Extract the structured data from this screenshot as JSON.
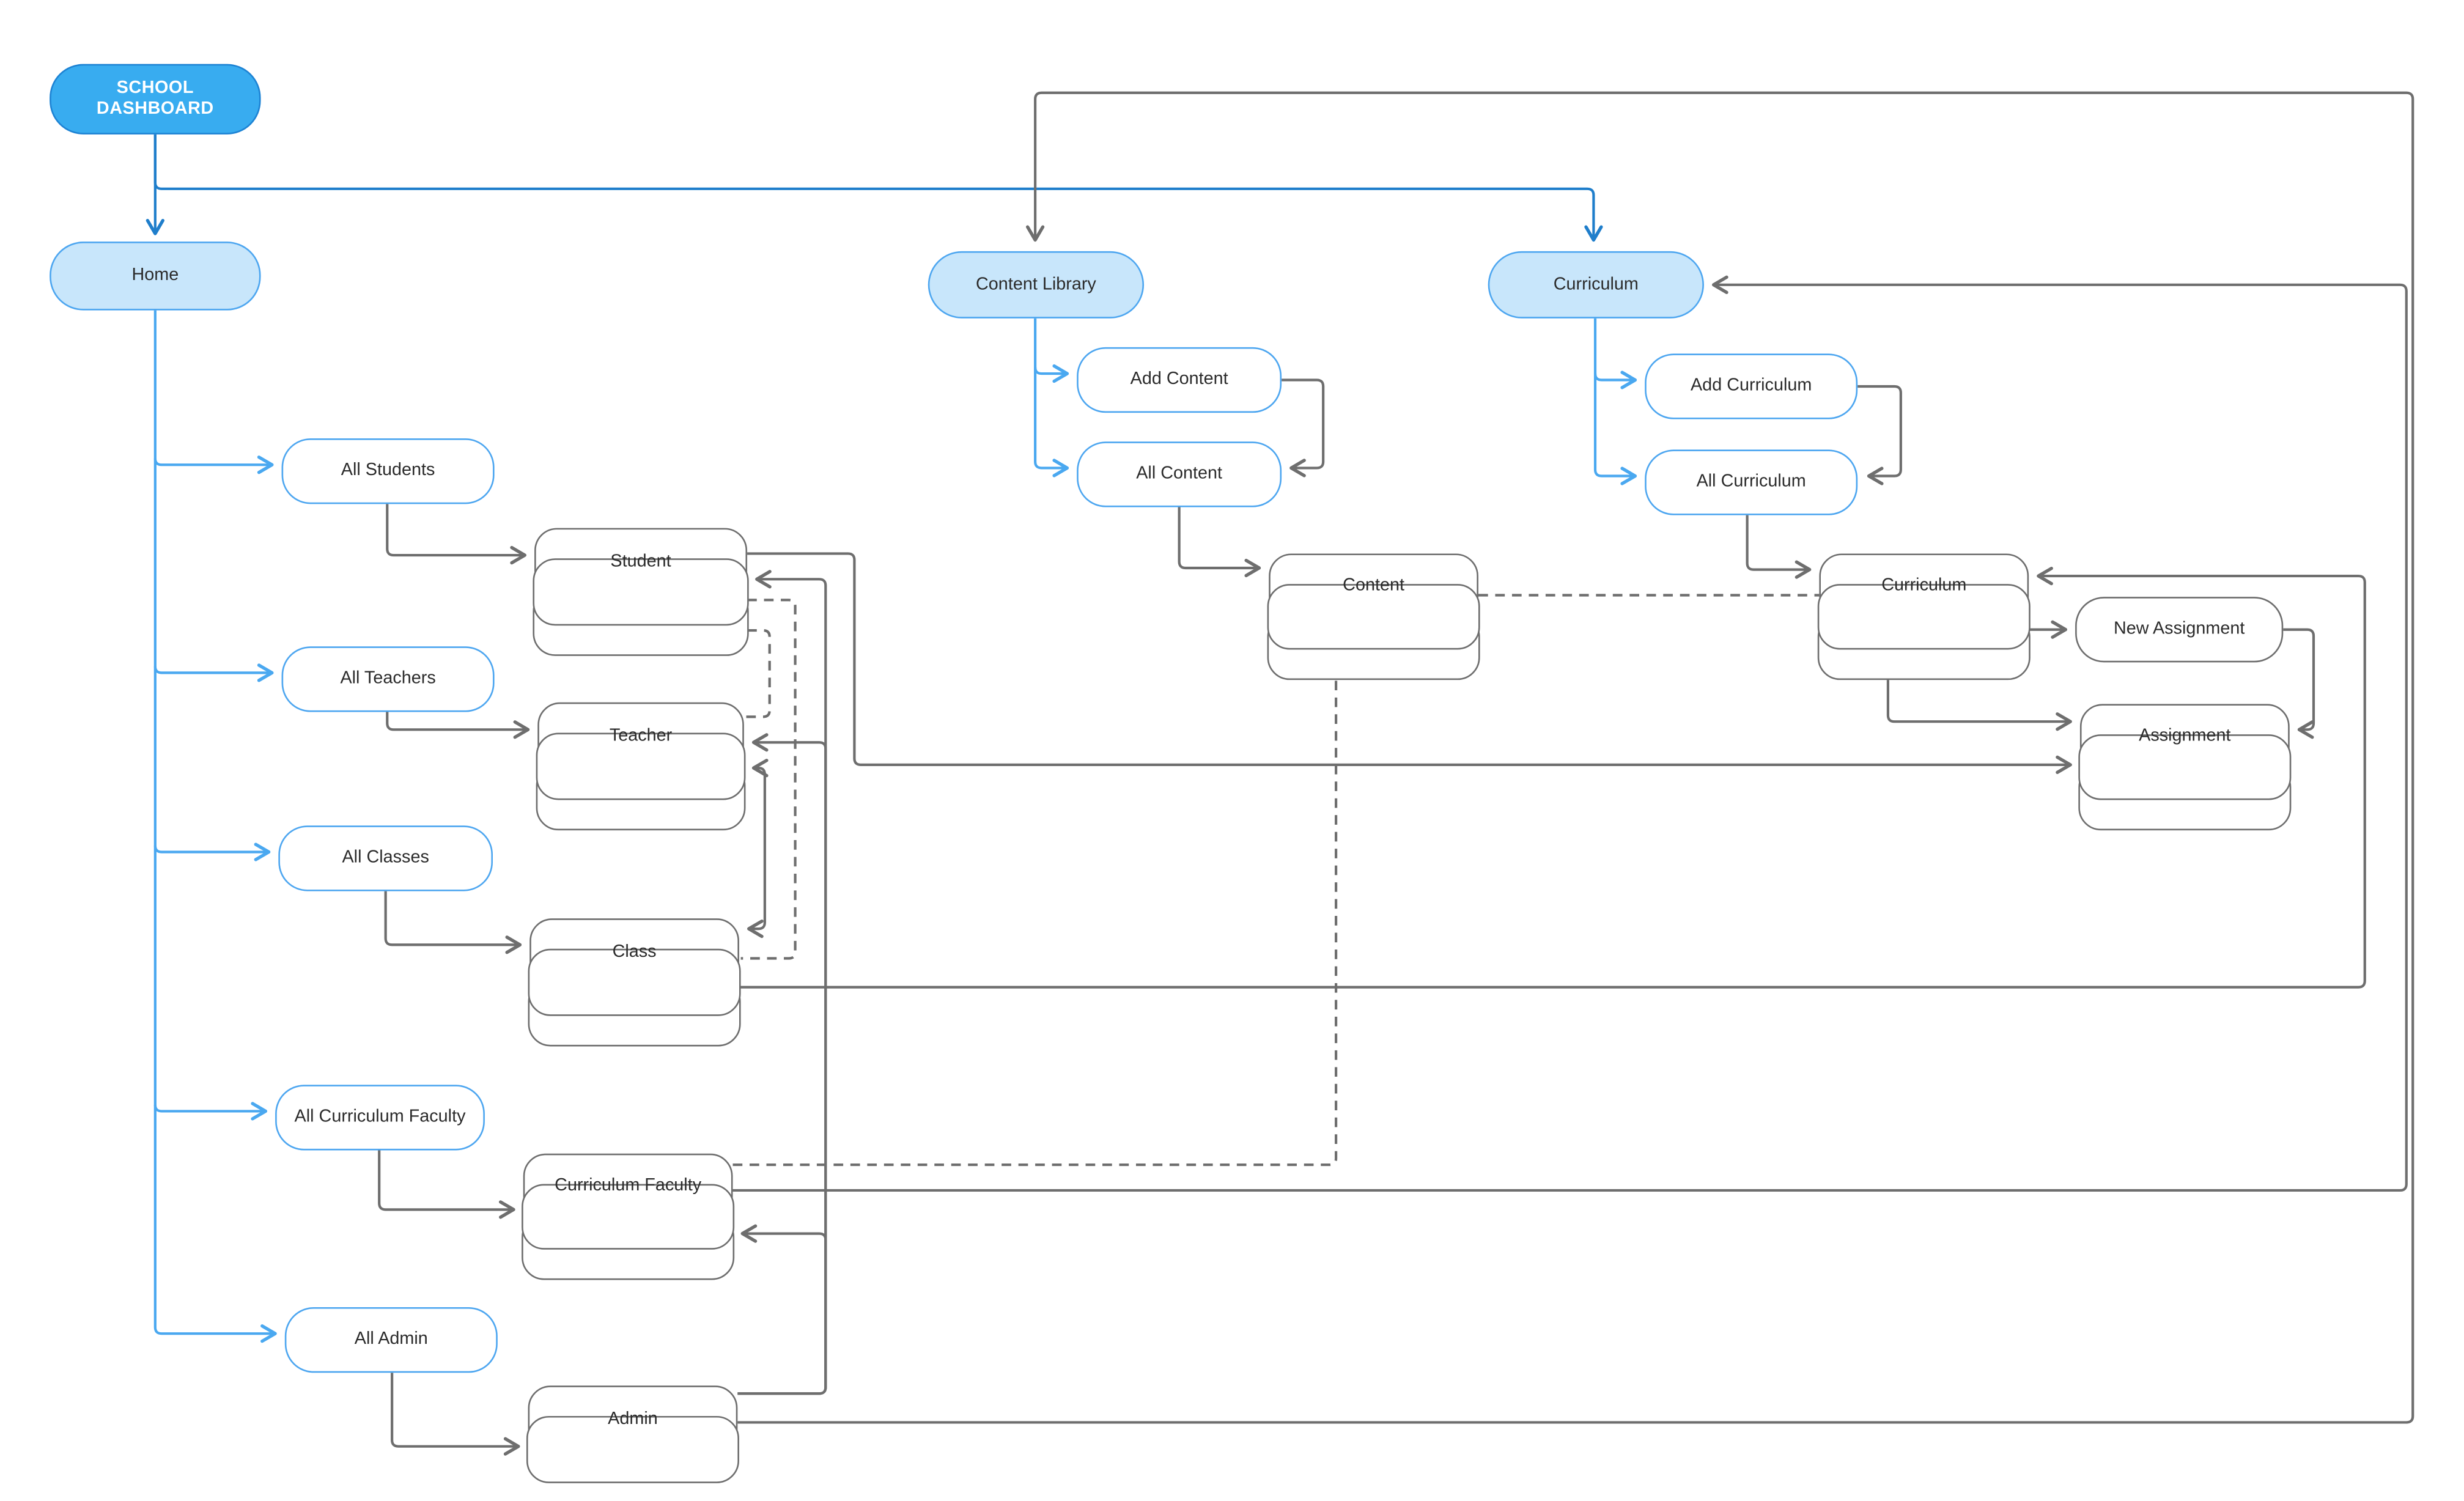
{
  "diagram": {
    "type": "flowchart",
    "colors": {
      "primary_fill": "#38acf0",
      "primary_border": "#1d83d4",
      "highlight_fill": "#c8e6fb",
      "blue_node_border": "#4da6f0",
      "gray_node_border": "#6e6e6e",
      "line_gray": "#6e6e6e",
      "line_dark_blue": "#1f7ecb",
      "line_light_blue": "#4aa8f0",
      "text": "#2b2b2b",
      "background": "#ffffff"
    },
    "nodes": {
      "school_dashboard": {
        "label": "SCHOOL DASHBOARD",
        "kind": "primary"
      },
      "home": {
        "label": "Home",
        "kind": "page"
      },
      "content_library": {
        "label": "Content Library",
        "kind": "page"
      },
      "curriculum_nav": {
        "label": "Curriculum",
        "kind": "page"
      },
      "all_students": {
        "label": "All Students",
        "kind": "action"
      },
      "all_teachers": {
        "label": "All Teachers",
        "kind": "action"
      },
      "all_classes": {
        "label": "All Classes",
        "kind": "action"
      },
      "all_curriculum_faculty": {
        "label": "All Curriculum Faculty",
        "kind": "action"
      },
      "all_admin": {
        "label": "All Admin",
        "kind": "action"
      },
      "add_content": {
        "label": "Add Content",
        "kind": "action"
      },
      "all_content": {
        "label": "All Content",
        "kind": "action"
      },
      "add_curriculum": {
        "label": "Add Curriculum",
        "kind": "action"
      },
      "all_curriculum": {
        "label": "All Curriculum",
        "kind": "action"
      },
      "student": {
        "label": "Student",
        "kind": "entity-stack"
      },
      "teacher": {
        "label": "Teacher",
        "kind": "entity-stack"
      },
      "class": {
        "label": "Class",
        "kind": "entity-stack"
      },
      "curriculum_faculty": {
        "label": "Curriculum Faculty",
        "kind": "entity-stack"
      },
      "admin": {
        "label": "Admin",
        "kind": "entity-stack"
      },
      "content": {
        "label": "Content",
        "kind": "entity-stack"
      },
      "curriculum": {
        "label": "Curriculum",
        "kind": "entity-stack"
      },
      "new_assignment": {
        "label": "New Assignment",
        "kind": "entity"
      },
      "assignment": {
        "label": "Assignment",
        "kind": "entity-stack"
      }
    },
    "edges": [
      {
        "from": "school_dashboard",
        "to": "home",
        "style": "solid",
        "color": "dark_blue"
      },
      {
        "from": "school_dashboard",
        "to": "curriculum_nav",
        "style": "solid",
        "color": "dark_blue"
      },
      {
        "from": "home",
        "to": "all_students",
        "style": "solid",
        "color": "light_blue"
      },
      {
        "from": "home",
        "to": "all_teachers",
        "style": "solid",
        "color": "light_blue"
      },
      {
        "from": "home",
        "to": "all_classes",
        "style": "solid",
        "color": "light_blue"
      },
      {
        "from": "home",
        "to": "all_curriculum_faculty",
        "style": "solid",
        "color": "light_blue"
      },
      {
        "from": "home",
        "to": "all_admin",
        "style": "solid",
        "color": "light_blue"
      },
      {
        "from": "content_library",
        "to": "add_content",
        "style": "solid",
        "color": "light_blue"
      },
      {
        "from": "content_library",
        "to": "all_content",
        "style": "solid",
        "color": "light_blue"
      },
      {
        "from": "curriculum_nav",
        "to": "add_curriculum",
        "style": "solid",
        "color": "light_blue"
      },
      {
        "from": "curriculum_nav",
        "to": "all_curriculum",
        "style": "solid",
        "color": "light_blue"
      },
      {
        "from": "add_content",
        "to": "all_content",
        "style": "solid",
        "color": "gray"
      },
      {
        "from": "add_curriculum",
        "to": "all_curriculum",
        "style": "solid",
        "color": "gray"
      },
      {
        "from": "all_students",
        "to": "student",
        "style": "solid",
        "color": "gray"
      },
      {
        "from": "all_teachers",
        "to": "teacher",
        "style": "solid",
        "color": "gray"
      },
      {
        "from": "all_classes",
        "to": "class",
        "style": "solid",
        "color": "gray"
      },
      {
        "from": "all_curriculum_faculty",
        "to": "curriculum_faculty",
        "style": "solid",
        "color": "gray"
      },
      {
        "from": "all_admin",
        "to": "admin",
        "style": "solid",
        "color": "gray"
      },
      {
        "from": "all_content",
        "to": "content",
        "style": "solid",
        "color": "gray"
      },
      {
        "from": "all_curriculum",
        "to": "curriculum",
        "style": "solid",
        "color": "gray"
      },
      {
        "from": "student",
        "to": "assignment",
        "style": "solid",
        "color": "gray"
      },
      {
        "from": "class",
        "to": "curriculum",
        "style": "solid",
        "color": "gray"
      },
      {
        "from": "curriculum_faculty",
        "to": "curriculum_nav",
        "style": "solid",
        "color": "gray"
      },
      {
        "from": "admin",
        "to": "content_library",
        "style": "solid",
        "color": "gray"
      },
      {
        "from": "admin",
        "to": "curriculum_faculty",
        "style": "solid",
        "color": "gray"
      },
      {
        "from": "admin",
        "to": "teacher",
        "style": "solid",
        "color": "gray"
      },
      {
        "from": "admin",
        "to": "student",
        "style": "solid",
        "color": "gray"
      },
      {
        "from": "teacher",
        "to": "class",
        "style": "solid",
        "color": "gray",
        "bidirectional": true
      },
      {
        "from": "curriculum",
        "to": "new_assignment",
        "style": "solid",
        "color": "gray"
      },
      {
        "from": "curriculum",
        "to": "assignment",
        "style": "solid",
        "color": "gray"
      },
      {
        "from": "new_assignment",
        "to": "assignment",
        "style": "solid",
        "color": "gray"
      },
      {
        "from": "student",
        "to": "teacher",
        "style": "dashed",
        "color": "gray"
      },
      {
        "from": "student",
        "to": "class",
        "style": "dashed",
        "color": "gray"
      },
      {
        "from": "curriculum_faculty",
        "to": "content",
        "style": "dashed",
        "color": "gray"
      },
      {
        "from": "content",
        "to": "curriculum",
        "style": "dashed",
        "color": "gray"
      }
    ]
  }
}
